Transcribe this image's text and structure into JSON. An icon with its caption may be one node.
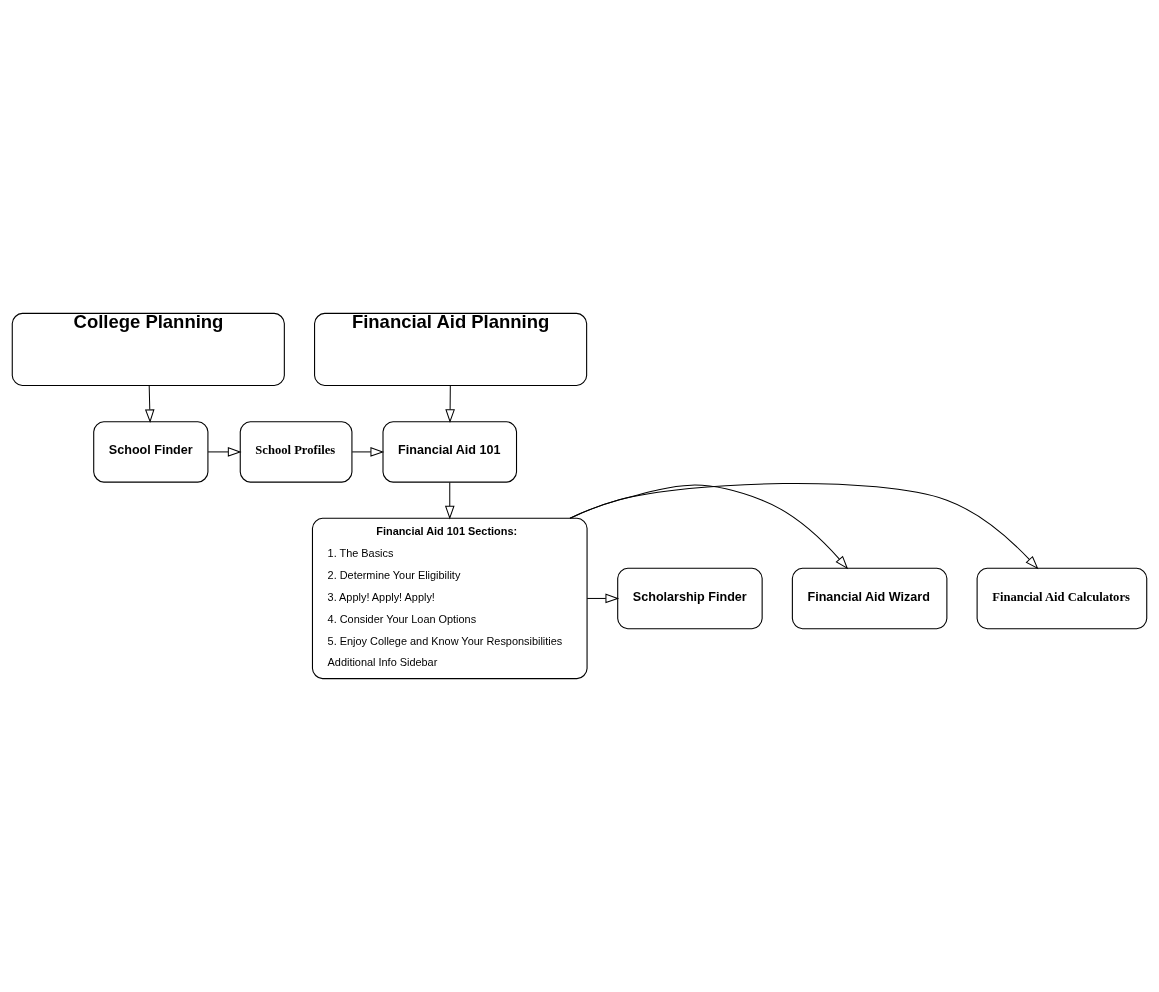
{
  "diagram": {
    "nodes": [
      {
        "text": [
          "College Planning"
        ]
      },
      {
        "text": [
          "Financial Aid Planning"
        ]
      },
      {
        "text": [
          "School Finder"
        ]
      },
      {
        "text": [
          "School Profiles"
        ]
      },
      {
        "text": [
          "Financial Aid 101"
        ]
      },
      {
        "text": [
          "Financial Aid 101 Sections:",
          "1. The Basics",
          "2. Determine Your Eligibility",
          "3. Apply! Apply! Apply!",
          "4. Consider Your Loan Options",
          "5. Enjoy College and Know Your Responsibilities",
          "Additional Info Sidebar"
        ]
      },
      {
        "text": [
          "Financial Aid Calculators"
        ]
      },
      {
        "text": [
          "Financial Aid Wizard"
        ]
      },
      {
        "text": [
          "Scholarship Finder"
        ]
      }
    ],
    "edges": [
      {
        "from": 0,
        "to": 2,
        "arrow": "to"
      },
      {
        "from": 2,
        "to": 3,
        "arrow": "to"
      },
      {
        "from": 3,
        "to": 4,
        "arrow": "to"
      },
      {
        "from": 1,
        "to": 4,
        "arrow": "to"
      },
      {
        "from": 4,
        "to": 5,
        "arrow": "to"
      },
      {
        "from": 5,
        "to": 6,
        "arrow": "to"
      },
      {
        "from": 5,
        "to": 7,
        "arrow": "to"
      },
      {
        "from": 5,
        "to": 8,
        "arrow": "to"
      }
    ]
  }
}
